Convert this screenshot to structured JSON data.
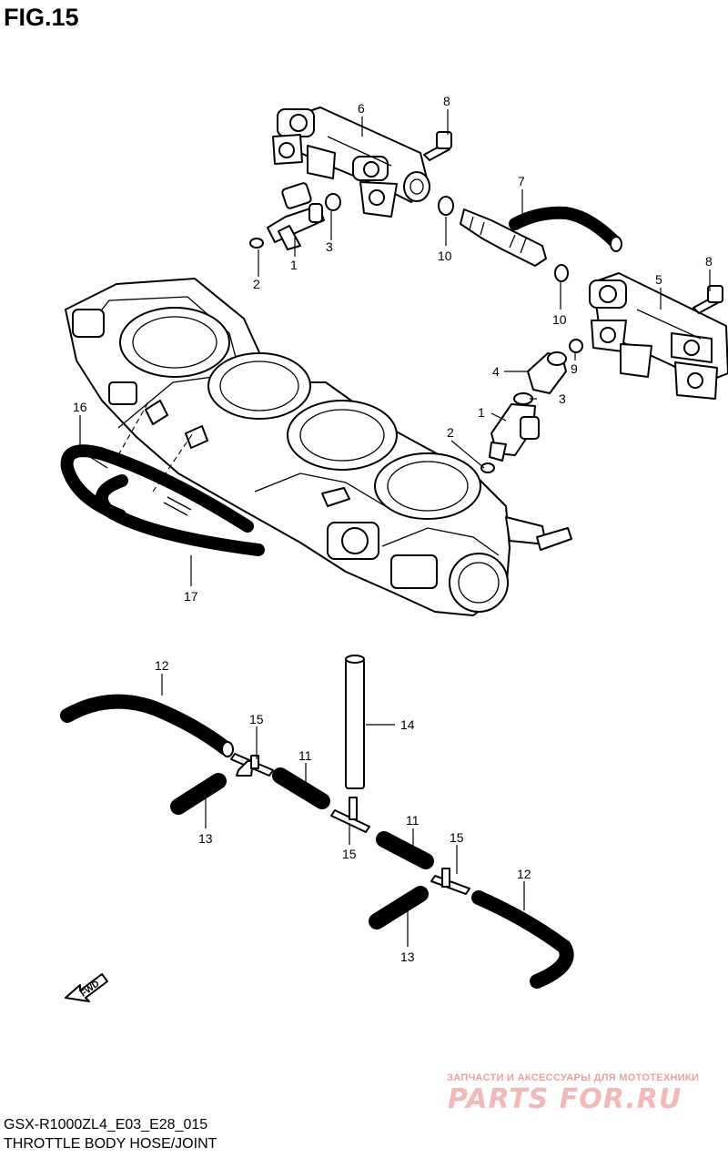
{
  "figure": {
    "title": "FIG.15"
  },
  "callouts": {
    "c_1a": "1",
    "c_1b": "1",
    "c_2a": "2",
    "c_2b": "2",
    "c_3a": "3",
    "c_3b": "3",
    "c_4": "4",
    "c_5": "5",
    "c_6": "6",
    "c_7": "7",
    "c_8a": "8",
    "c_8b": "8",
    "c_9": "9",
    "c_10a": "10",
    "c_10b": "10",
    "c_11a": "11",
    "c_11b": "11",
    "c_12a": "12",
    "c_12b": "12",
    "c_13a": "13",
    "c_13b": "13",
    "c_14": "14",
    "c_15a": "15",
    "c_15b": "15",
    "c_15c": "15",
    "c_16": "16",
    "c_17": "17"
  },
  "fwd_label": "FWD",
  "footer": {
    "model_code": "GSX-R1000ZL4_E03_E28_015",
    "section_name": "THROTTLE BODY HOSE/JOINT"
  },
  "watermark": {
    "tagline": "ЗАПЧАСТИ И АКСЕССУАРЫ ДЛЯ МОТОТЕХНИКИ",
    "site": "PARTS FOR.RU"
  }
}
